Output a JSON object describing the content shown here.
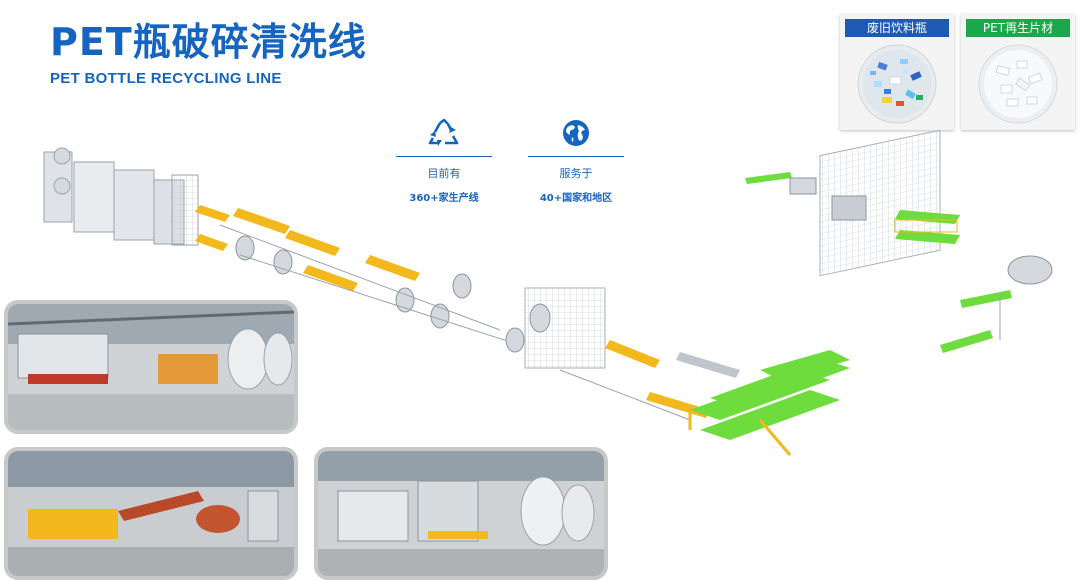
{
  "header": {
    "title_cn": "PET瓶破碎清洗线",
    "title_en": "PET BOTTLE RECYCLING LINE"
  },
  "samples": [
    {
      "label": "废旧饮料瓶",
      "label_color": "#1e5ab4",
      "image": "mixed-bottle-flakes-image"
    },
    {
      "label": "PET再生片材",
      "label_color": "#1aa84a",
      "image": "clean-pet-flakes-image"
    }
  ],
  "stats": [
    {
      "icon": "recycle-icon",
      "label": "目前有",
      "value": "360+家生产线"
    },
    {
      "icon": "globe-icon",
      "label": "服务于",
      "value": "40+国家和地区"
    }
  ],
  "photos": [
    {
      "name": "factory-photo-1"
    },
    {
      "name": "factory-photo-2"
    },
    {
      "name": "factory-photo-3"
    }
  ],
  "colors": {
    "brand_blue": "#1565c0",
    "machine_green": "#6ddc3c",
    "machine_yellow": "#f2b81c",
    "machine_grey": "#bfc5cc"
  }
}
